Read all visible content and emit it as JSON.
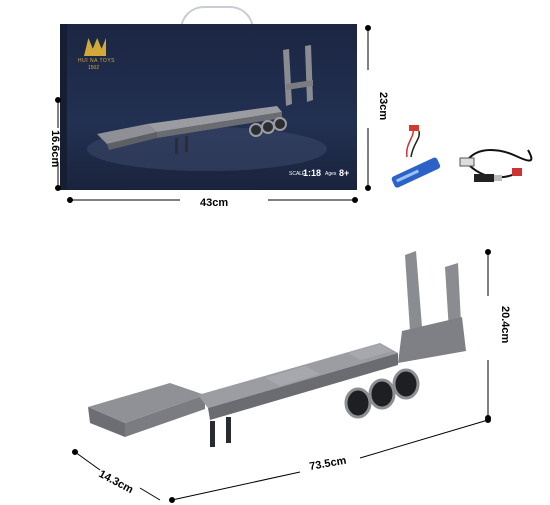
{
  "box": {
    "brand_name": "HUI NA TOYS",
    "model_code": "1502",
    "scale_label": "SCALE",
    "scale_value": "1:18",
    "age_label": "Ages",
    "age_value": "8+"
  },
  "dimensions": {
    "box_width": "43cm",
    "box_height": "23cm",
    "box_depth": "16.6cm",
    "trailer_length": "73.5cm",
    "trailer_height": "20.4cm",
    "trailer_width": "14.3cm"
  },
  "colors": {
    "box": "#1f2a44",
    "trailer": "#8a8c90",
    "battery": "#2a62c8",
    "brand": "#d3a93a"
  }
}
